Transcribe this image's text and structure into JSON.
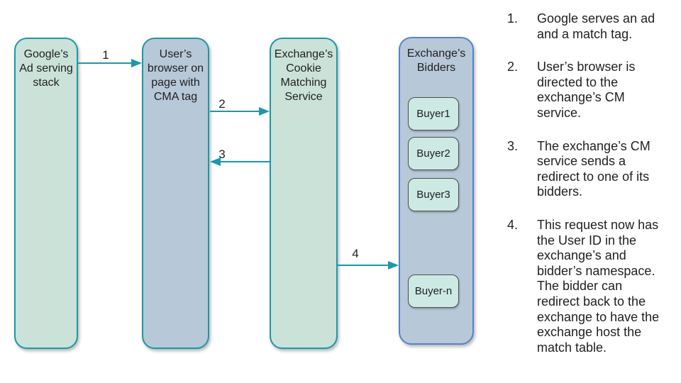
{
  "colors": {
    "teal": "#1a99a9",
    "node-green": "#cbe2d9",
    "node-blue": "#b7c8d8",
    "bidders-border": "#5186c5",
    "buyer-fill": "#cde9e3",
    "buyer-border": "#4d4d4d",
    "text": "#1f1f1f"
  },
  "diagram": {
    "nodes": [
      {
        "id": "google-ad-stack",
        "label": "Google’s\nAd serving\nstack"
      },
      {
        "id": "user-browser",
        "label": "User’s\nbrowser on\npage with\nCMA tag"
      },
      {
        "id": "cookie-matching-service",
        "label": "Exchange’s\nCookie\nMatching\nService"
      },
      {
        "id": "exchange-bidders",
        "label": "Exchange’s\nBidders"
      }
    ],
    "bidders": [
      {
        "label": "Buyer1"
      },
      {
        "label": "Buyer2"
      },
      {
        "label": "Buyer3"
      },
      {
        "label": "Buyer-n"
      }
    ],
    "arrows": [
      {
        "label": "1",
        "from": "google-ad-stack",
        "to": "user-browser"
      },
      {
        "label": "2",
        "from": "user-browser",
        "to": "cookie-matching-service"
      },
      {
        "label": "3",
        "from": "cookie-matching-service",
        "to": "user-browser"
      },
      {
        "label": "4",
        "from": "cookie-matching-service",
        "to": "exchange-bidders"
      }
    ]
  },
  "steps": [
    {
      "num": "1.",
      "text": "Google serves an ad\nand a match tag."
    },
    {
      "num": "2.",
      "text": "User’s browser is\ndirected to the\nexchange’s CM\nservice."
    },
    {
      "num": "3.",
      "text": "The exchange’s CM\nservice sends a\nredirect to one of its\nbidders."
    },
    {
      "num": "4.",
      "text": "This request now has\nthe User ID in the\nexchange’s and\nbidder’s namespace.\nThe bidder can\nredirect back to the\nexchange to have the\nexchange host the\nmatch table."
    }
  ]
}
